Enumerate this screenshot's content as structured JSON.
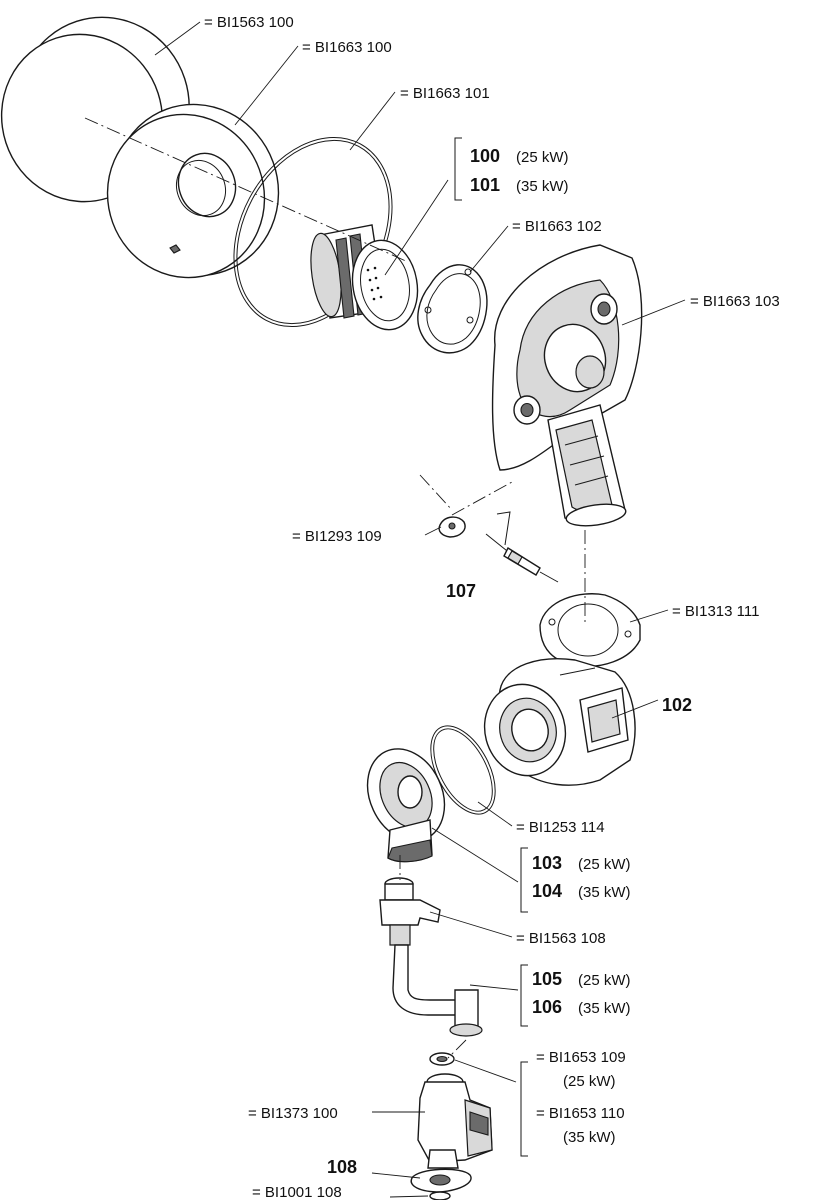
{
  "labels": {
    "cover_disc": "= BI1563 100",
    "insulation_disc": "= BI1663 100",
    "large_gasket": "= BI1663 101",
    "burner_100": "100",
    "burner_100_note": "(25 kW)",
    "burner_101": "101",
    "burner_101_note": "(35 kW)",
    "small_gasket": "= BI1663 102",
    "burner_door": "= BI1663 103",
    "electrode_clip": "= BI1293 109",
    "electrode": "107",
    "fan_gasket": "= BI1313 111",
    "fan": "102",
    "o_ring": "= BI1253 114",
    "venturi_103": "103",
    "venturi_103_note": "(25 kW)",
    "venturi_104": "104",
    "venturi_104_note": "(35 kW)",
    "connector": "= BI1563 108",
    "gas_pipe_105": "105",
    "gas_pipe_105_note": "(25 kW)",
    "gas_pipe_106": "106",
    "gas_pipe_106_note": "(35 kW)",
    "washer_109": "= BI1653 109",
    "washer_109_note": "(25 kW)",
    "washer_110": "= BI1653 110",
    "washer_110_note": "(35 kW)",
    "gas_valve": "= BI1373 100",
    "flange": "108",
    "seal": "= BI1001 108"
  }
}
